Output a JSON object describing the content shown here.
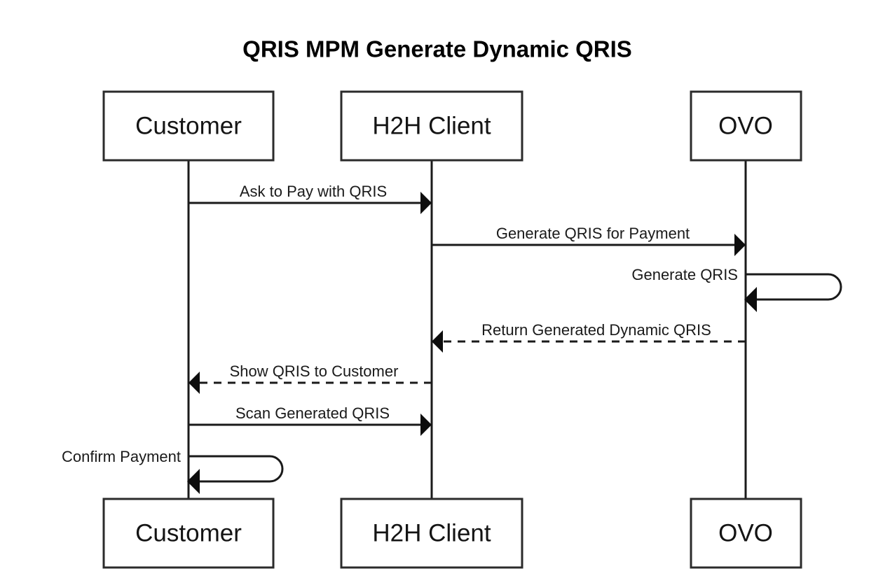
{
  "diagram": {
    "type": "uml-sequence-diagram",
    "title": "QRIS MPM Generate Dynamic QRIS",
    "colors": {
      "background": "#ffffff",
      "stroke": "#1a1a1a",
      "box_stroke": "#2b2b2b",
      "text": "#141414",
      "arrow_fill": "#0d0d0d"
    },
    "participants": [
      {
        "id": "customer",
        "label": "Customer"
      },
      {
        "id": "h2h",
        "label": "H2H Client"
      },
      {
        "id": "ovo",
        "label": "OVO"
      }
    ],
    "messages": [
      {
        "index": 1,
        "label": "Ask to Pay with QRIS",
        "from": "customer",
        "to": "h2h",
        "direction": "right",
        "line_style": "solid",
        "kind": "call"
      },
      {
        "index": 2,
        "label": "Generate QRIS for Payment",
        "from": "h2h",
        "to": "ovo",
        "direction": "right",
        "line_style": "solid",
        "kind": "call"
      },
      {
        "index": 3,
        "label": "Generate QRIS",
        "from": "ovo",
        "to": "ovo",
        "direction": "self",
        "line_style": "solid",
        "kind": "self-call"
      },
      {
        "index": 4,
        "label": "Return Generated Dynamic QRIS",
        "from": "ovo",
        "to": "h2h",
        "direction": "left",
        "line_style": "dashed",
        "kind": "return"
      },
      {
        "index": 5,
        "label": "Show QRIS to Customer",
        "from": "h2h",
        "to": "customer",
        "direction": "left",
        "line_style": "dashed",
        "kind": "return"
      },
      {
        "index": 6,
        "label": "Scan Generated QRIS",
        "from": "customer",
        "to": "h2h",
        "direction": "right",
        "line_style": "solid",
        "kind": "call"
      },
      {
        "index": 7,
        "label": "Confirm Payment",
        "from": "customer",
        "to": "customer",
        "direction": "self",
        "line_style": "solid",
        "kind": "self-call"
      }
    ],
    "footer_participants": [
      {
        "id": "customer",
        "label": "Customer"
      },
      {
        "id": "h2h",
        "label": "H2H Client"
      },
      {
        "id": "ovo",
        "label": "OVO"
      }
    ]
  }
}
